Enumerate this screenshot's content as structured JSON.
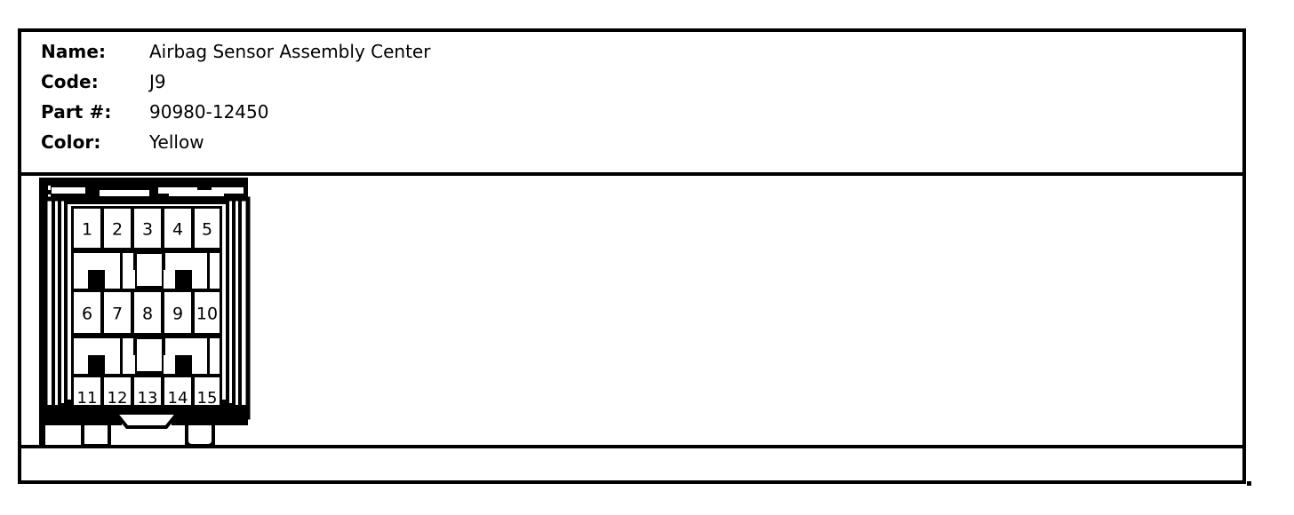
{
  "card": {
    "info": {
      "rows": [
        {
          "label": "Name:",
          "value": "Airbag Sensor Assembly Center"
        },
        {
          "label": "Code:",
          "value": "J9"
        },
        {
          "label": "Part #:",
          "value": "90980-12450"
        },
        {
          "label": "Color:",
          "value": "Yellow"
        }
      ]
    },
    "diagram": {
      "title": "connector-pinout-diagram",
      "connector_type": "15-pin rectangular 3-row connector",
      "rows": [
        [
          "1",
          "2",
          "3",
          "4",
          "5"
        ],
        [
          "6",
          "7",
          "8",
          "9",
          "10"
        ],
        [
          "11",
          "12",
          "13",
          "14",
          "15"
        ]
      ],
      "pin_count": 15,
      "colors": {
        "outline": "#000000",
        "fill": "#ffffff"
      }
    },
    "notes": {
      "text": ""
    }
  }
}
